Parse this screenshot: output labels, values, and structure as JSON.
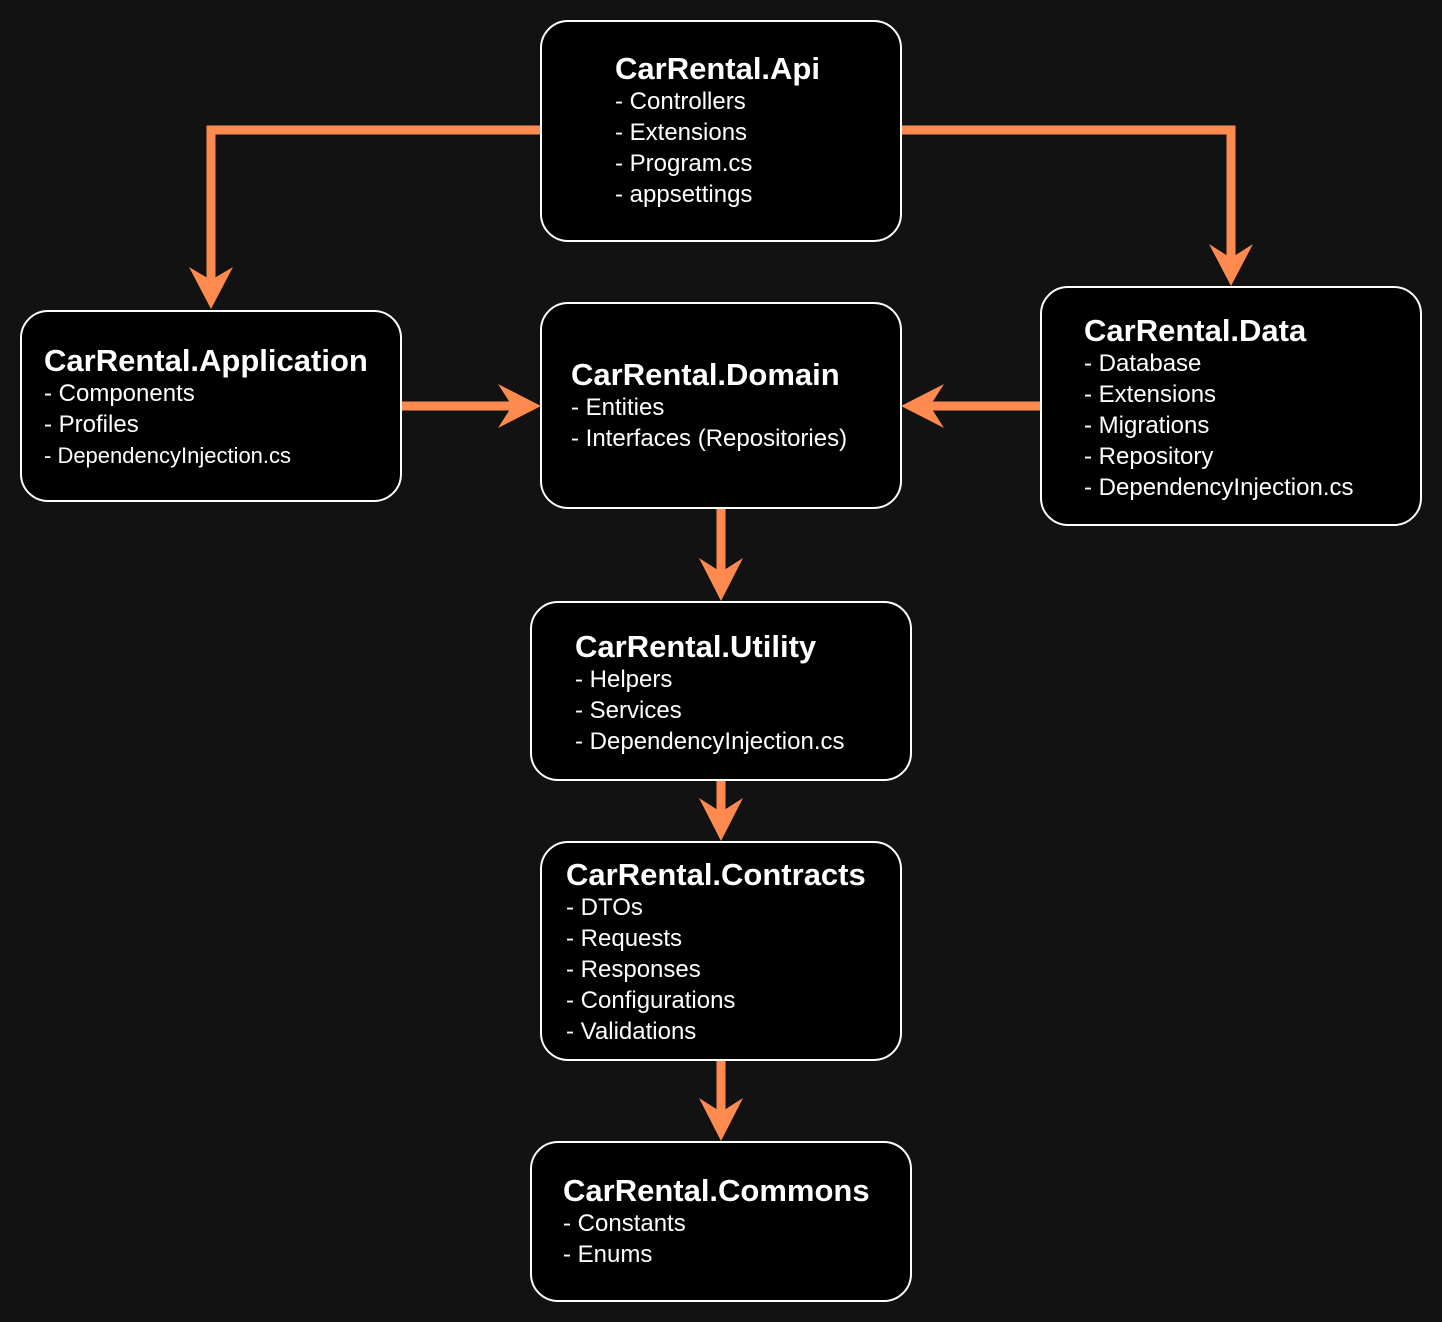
{
  "colors": {
    "background": "#121212",
    "node_fill": "#000000",
    "node_border": "#ffffff",
    "text": "#ffffff",
    "arrow": "#ff8a50"
  },
  "nodes": {
    "api": {
      "title": "CarRental.Api",
      "items": [
        "- Controllers",
        "- Extensions",
        "- Program.cs",
        "- appsettings"
      ]
    },
    "application": {
      "title": "CarRental.Application",
      "items": [
        "- Components",
        "- Profiles",
        "- DependencyInjection.cs"
      ]
    },
    "domain": {
      "title": "CarRental.Domain",
      "items": [
        "- Entities",
        "- Interfaces (Repositories)"
      ]
    },
    "data": {
      "title": "CarRental.Data",
      "items": [
        "- Database",
        "- Extensions",
        "- Migrations",
        "- Repository",
        "- DependencyInjection.cs"
      ]
    },
    "utility": {
      "title": "CarRental.Utility",
      "items": [
        "- Helpers",
        "- Services",
        "- DependencyInjection.cs"
      ]
    },
    "contracts": {
      "title": "CarRental.Contracts",
      "items": [
        "- DTOs",
        "- Requests",
        "- Responses",
        "- Configurations",
        "- Validations"
      ]
    },
    "commons": {
      "title": "CarRental.Commons",
      "items": [
        "- Constants",
        "- Enums"
      ]
    }
  },
  "edges": [
    {
      "from": "api",
      "to": "application"
    },
    {
      "from": "api",
      "to": "data"
    },
    {
      "from": "application",
      "to": "domain"
    },
    {
      "from": "data",
      "to": "domain"
    },
    {
      "from": "domain",
      "to": "utility"
    },
    {
      "from": "utility",
      "to": "contracts"
    },
    {
      "from": "contracts",
      "to": "commons"
    }
  ]
}
